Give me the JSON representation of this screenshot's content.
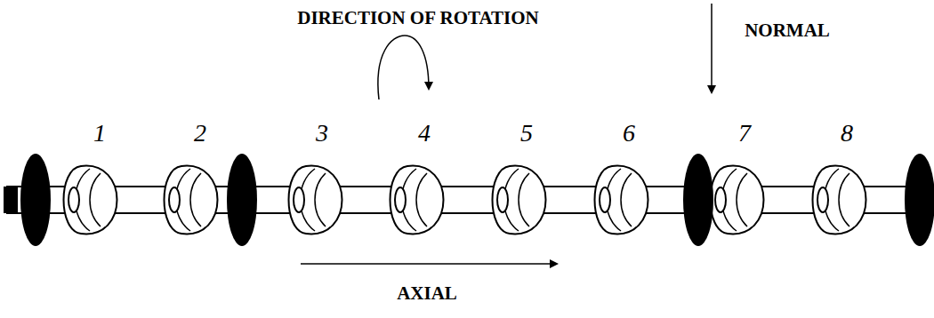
{
  "diagram": {
    "labels": [
      "DIRECTION OF ROTATION",
      "NORMAL",
      "1",
      "2",
      "3",
      "4",
      "5",
      "6",
      "7",
      "8",
      "AXIAL"
    ]
  }
}
